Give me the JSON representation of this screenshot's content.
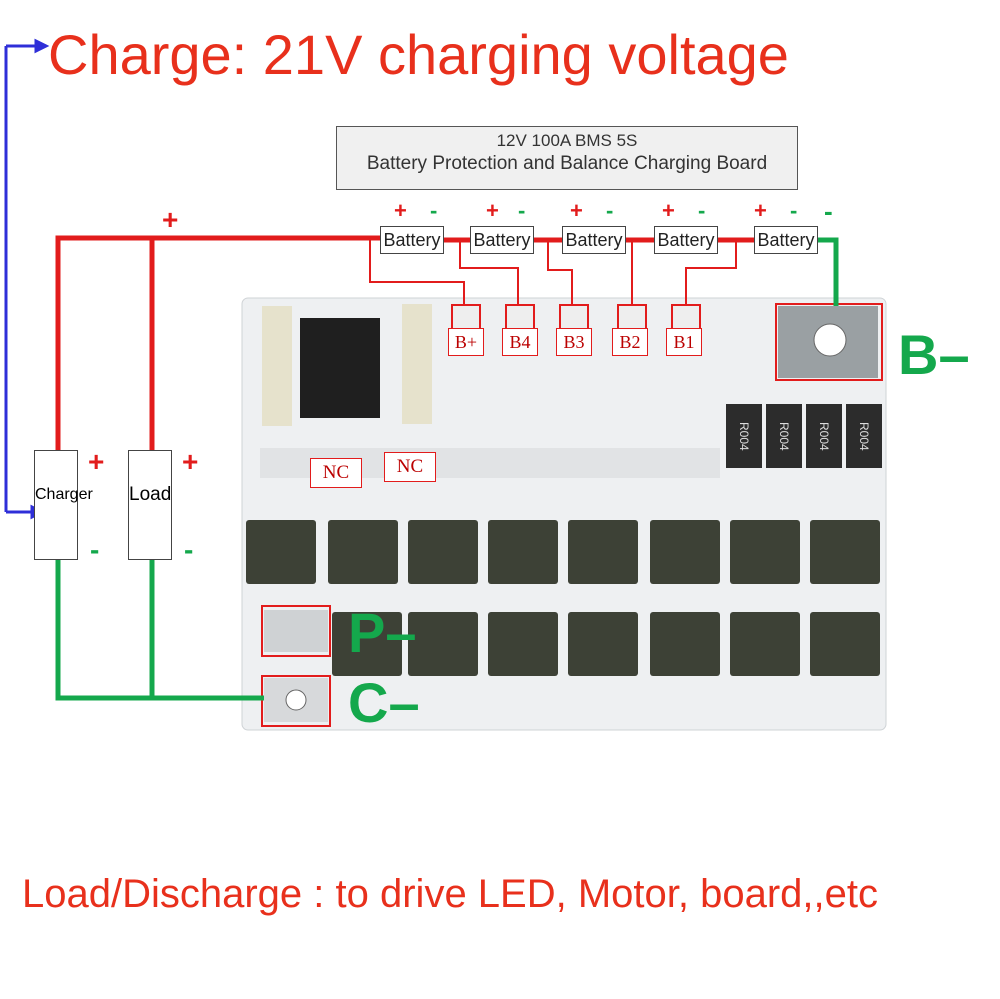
{
  "headline": "Charge: 21V charging voltage",
  "footer": "Load/Discharge : to drive LED, Motor, board,,etc",
  "title_box": {
    "line1": "12V 100A BMS  5S",
    "line2": "Battery Protection and Balance Charging Board"
  },
  "batteries": [
    {
      "label": "Battery",
      "plus": "+",
      "minus": "-"
    },
    {
      "label": "Battery",
      "plus": "+",
      "minus": "-"
    },
    {
      "label": "Battery",
      "plus": "+",
      "minus": "-"
    },
    {
      "label": "Battery",
      "plus": "+",
      "minus": "-"
    },
    {
      "label": "Battery",
      "plus": "+",
      "minus": "-"
    }
  ],
  "battery_extra_minus": "-",
  "main_plus": "+",
  "charger": {
    "label": "Charger",
    "plus": "+",
    "minus": "-"
  },
  "load": {
    "label": "Load",
    "plus": "+",
    "minus": "-"
  },
  "pads": [
    "B+",
    "B4",
    "B3",
    "B2",
    "B1"
  ],
  "nc_labels": [
    "NC",
    "NC"
  ],
  "terminals": {
    "b": "B–",
    "p": "P–",
    "c": "C–"
  },
  "resistor_marking": "R004",
  "colors": {
    "positive": "#e21c1c",
    "negative": "#14a84c",
    "charge_arrow": "#2f2fd8",
    "headline": "#e8301c",
    "board": "#eef0f2"
  }
}
